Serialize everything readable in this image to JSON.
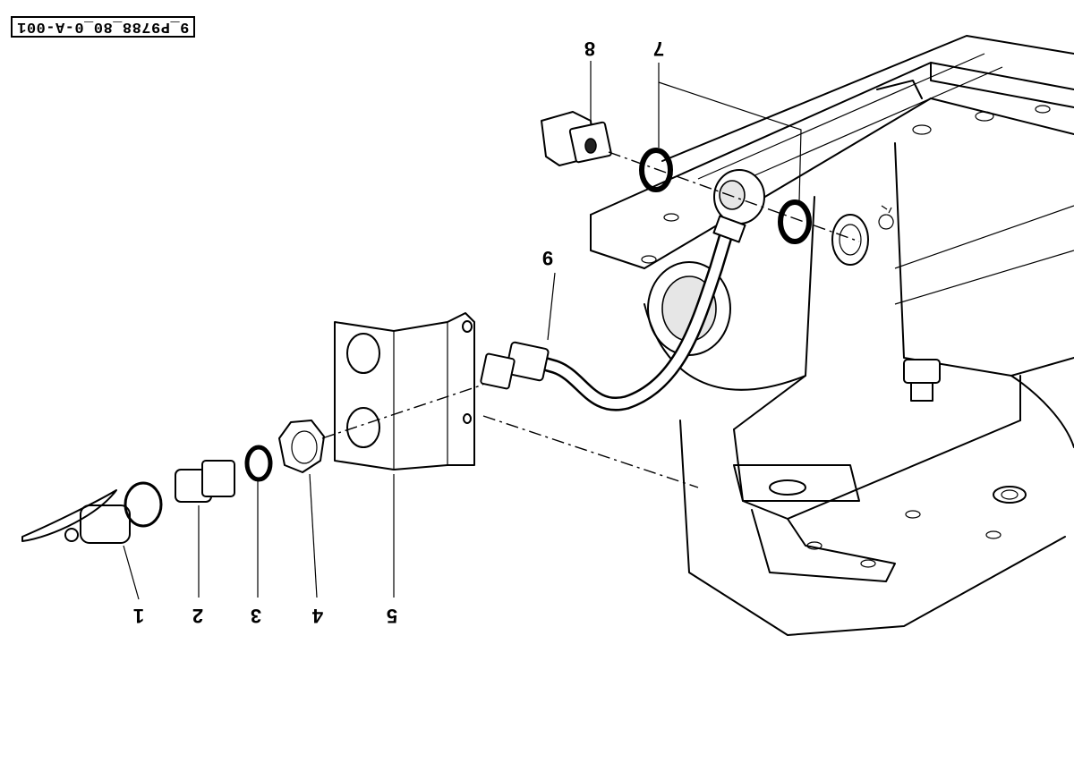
{
  "reference_code": "9_P9788_80_0-A-001",
  "callouts": [
    {
      "id": "1",
      "label": "1"
    },
    {
      "id": "2",
      "label": "2"
    },
    {
      "id": "3",
      "label": "3"
    },
    {
      "id": "4",
      "label": "4"
    },
    {
      "id": "5",
      "label": "5"
    },
    {
      "id": "6",
      "label": "9"
    },
    {
      "id": "7",
      "label": "7"
    },
    {
      "id": "8",
      "label": "8"
    }
  ],
  "orientation": "rotated-180",
  "colors": {
    "ink": "#000000",
    "paper": "#ffffff",
    "shade": "#e6e6e6"
  }
}
